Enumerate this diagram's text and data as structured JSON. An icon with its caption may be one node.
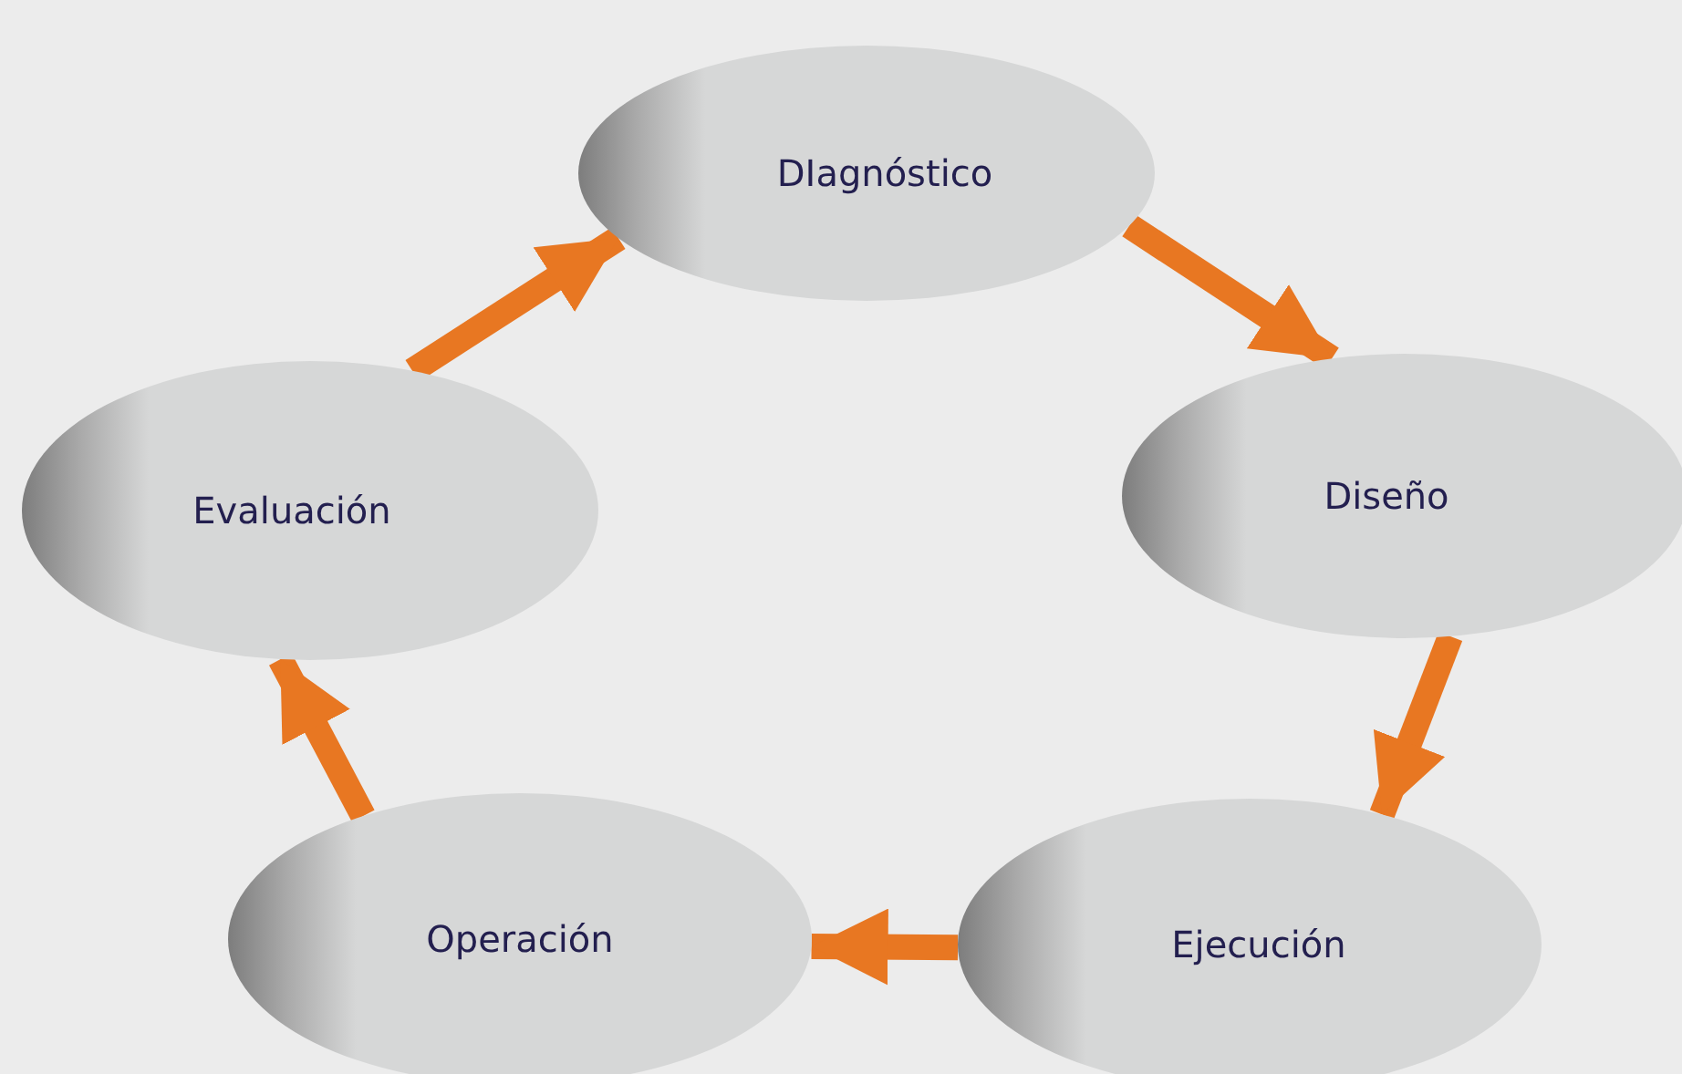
{
  "diagram": {
    "nodes": [
      {
        "text": [
          "DIagnóstico"
        ]
      },
      {
        "text": [
          "Diseño"
        ]
      },
      {
        "text": [
          "Ejecución"
        ]
      },
      {
        "text": [
          "Operación"
        ]
      },
      {
        "text": [
          "Evaluación"
        ]
      }
    ],
    "edges": [
      {
        "from": 0,
        "to": 1,
        "arrow": "to"
      },
      {
        "from": 1,
        "to": 2,
        "arrow": "to"
      },
      {
        "from": 2,
        "to": 3,
        "arrow": "to"
      },
      {
        "from": 3,
        "to": 4,
        "arrow": "to"
      },
      {
        "from": 4,
        "to": 0,
        "arrow": "to"
      }
    ]
  }
}
